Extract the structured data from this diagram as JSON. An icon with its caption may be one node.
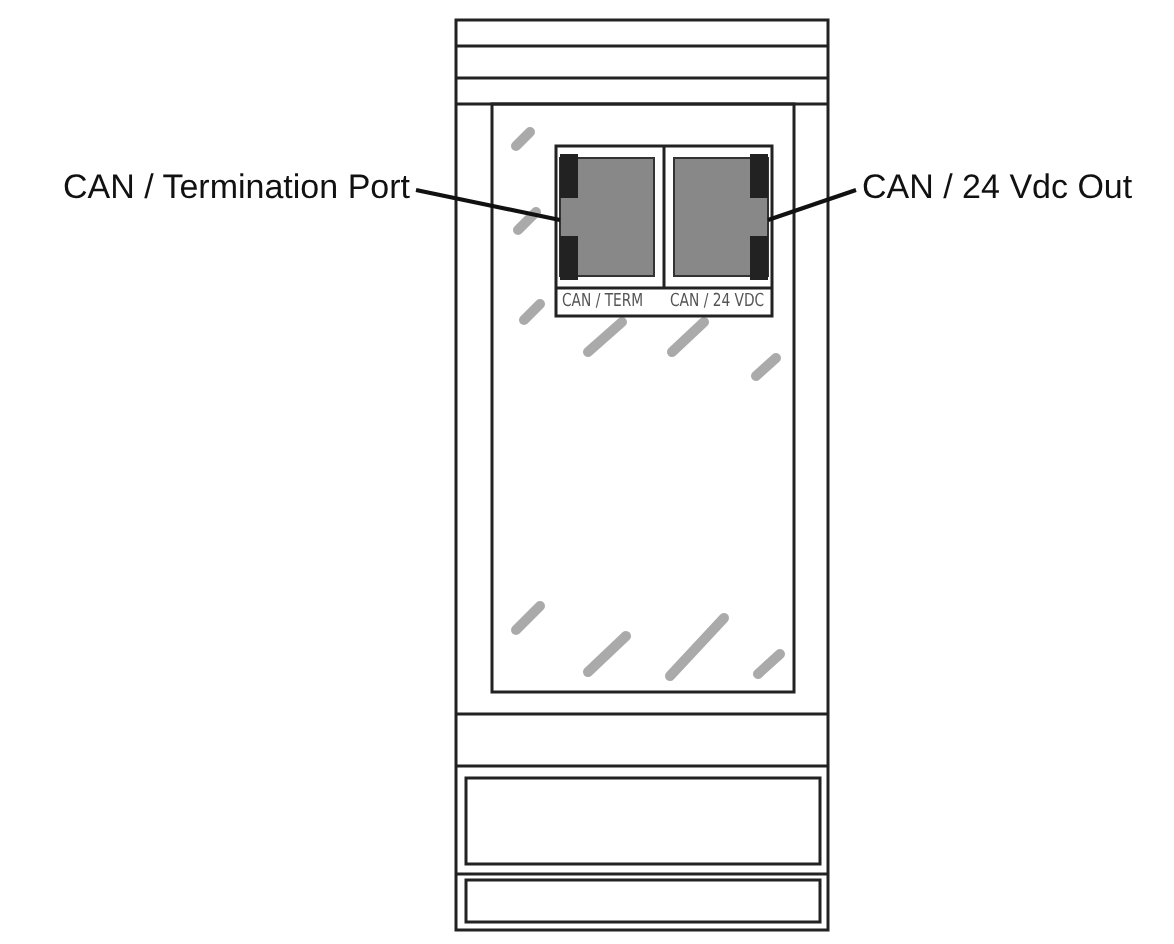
{
  "diagram": {
    "nodes": [
      {
        "text": [
          "CAN / Termination Port"
        ]
      },
      {
        "text": [],
        "shape": "box"
      },
      {
        "text": [
          "CAN / 24 Vdc Out"
        ]
      },
      {
        "text": [],
        "shape": "box"
      }
    ],
    "edges": [
      {
        "from": 0,
        "to": 1,
        "arrow": "none"
      },
      {
        "from": 2,
        "to": 3,
        "arrow": "none"
      }
    ],
    "labels": [
      "CAN / TERM",
      "CAN / 24 VDC"
    ]
  }
}
